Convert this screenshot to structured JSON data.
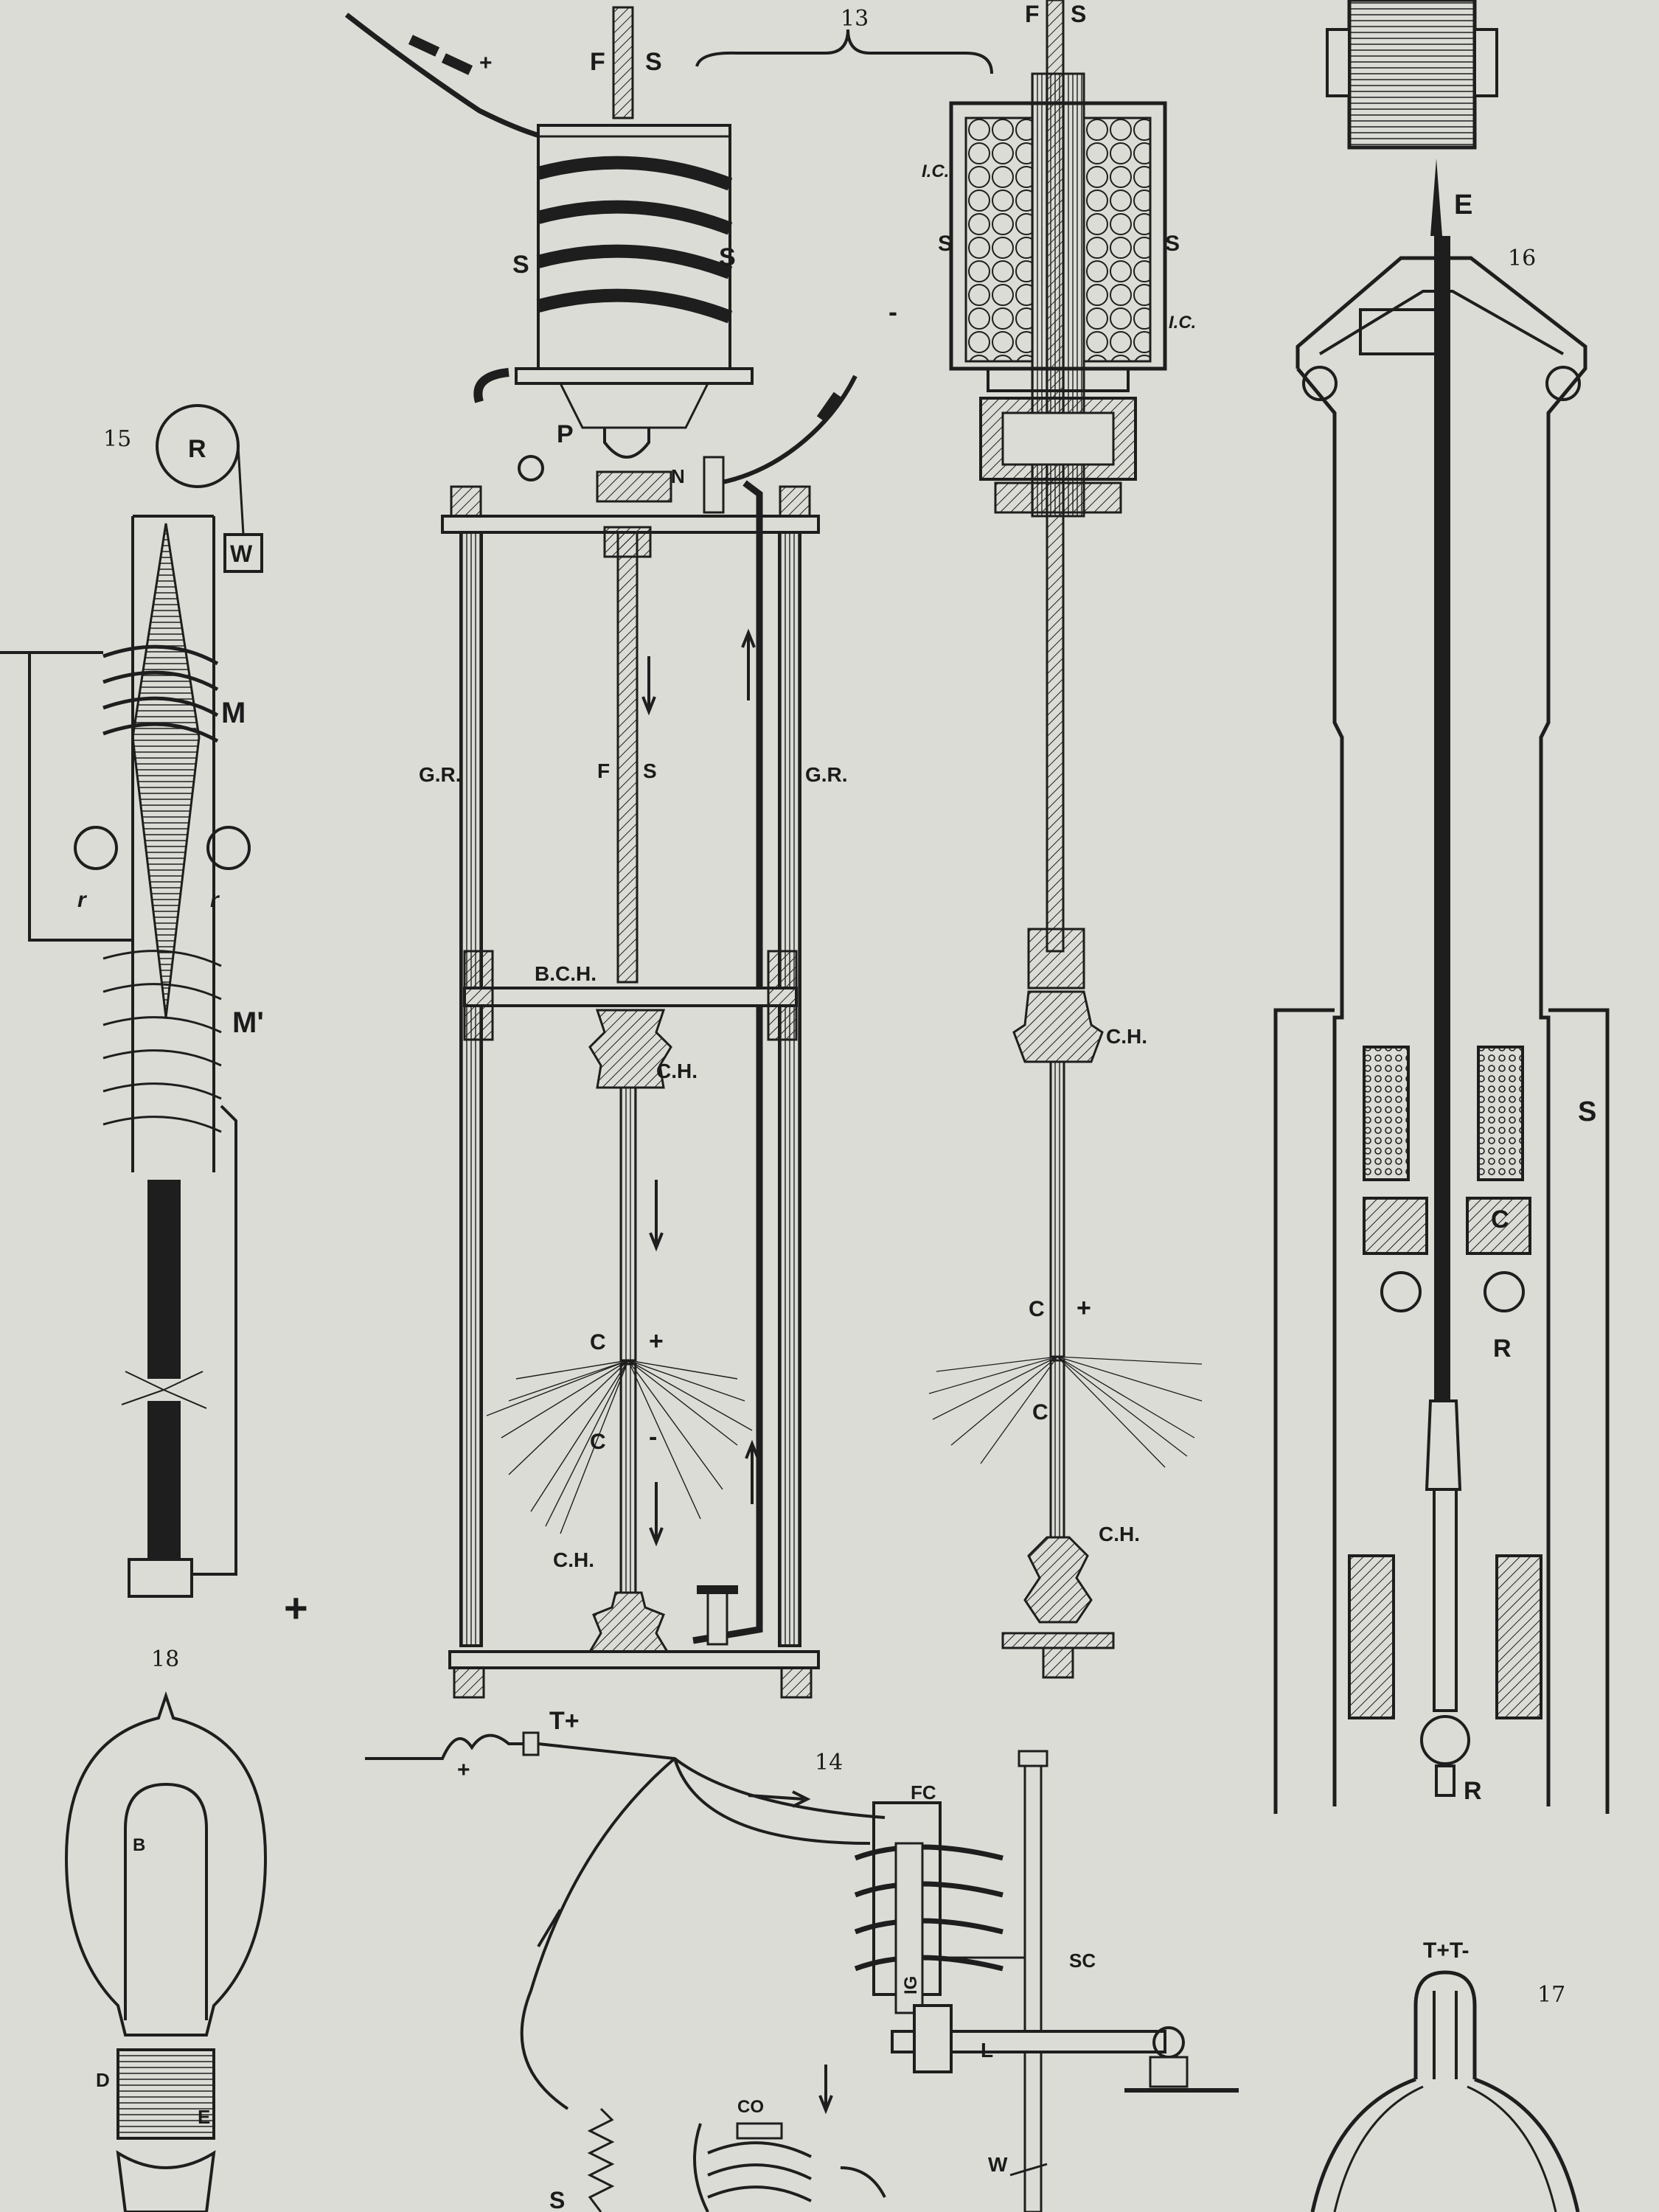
{
  "figures": {
    "fig13": {
      "number": "13",
      "labels": {
        "F": "F",
        "S": "S",
        "plus": "+",
        "minus": "-",
        "P": "P",
        "N": "N",
        "GR_left": "G.R.",
        "GR_right": "G.R.",
        "BCH": "B.C.H.",
        "CH": "C.H.",
        "C": "C",
        "C_plus": "+",
        "C_minus": "-",
        "IC": "I.C.",
        "CH2": "C.H.",
        "C2": "C",
        "C2_plus": "+"
      }
    },
    "fig14": {
      "number": "14",
      "labels": {
        "T_plus": "T+",
        "plus": "+",
        "FC": "FC",
        "SC": "SC",
        "IG": "IG",
        "L": "L",
        "CO": "CO",
        "W": "W",
        "S": "S"
      }
    },
    "fig15": {
      "number": "15",
      "labels": {
        "R": "R",
        "W": "W",
        "M": "M",
        "M1": "M'",
        "r": "r",
        "plus": "+"
      }
    },
    "fig16": {
      "number": "16",
      "labels": {
        "E": "E",
        "S": "S",
        "C": "C",
        "R": "R"
      }
    },
    "fig17": {
      "number": "17",
      "labels": {
        "terminals": "T+T-"
      }
    },
    "fig18": {
      "number": "18",
      "labels": {
        "B": "B",
        "D": "D",
        "E": "E"
      }
    }
  },
  "colors": {
    "paper": "#dcdcd6",
    "ink": "#1e1e1e"
  }
}
